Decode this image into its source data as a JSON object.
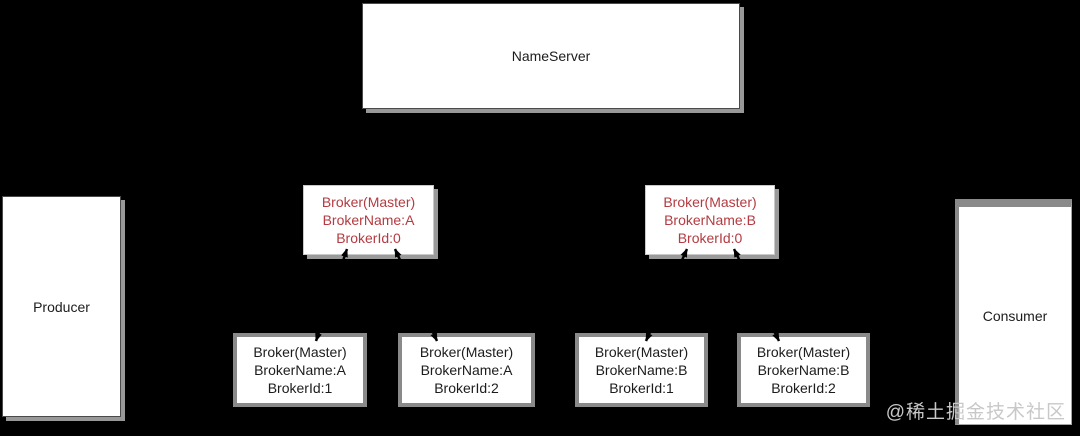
{
  "nodes": {
    "nameserver": {
      "label": "NameServer"
    },
    "producer": {
      "label": "Producer"
    },
    "consumer": {
      "label": "Consumer"
    },
    "broker_master_a": {
      "lines": [
        "Broker(Master)",
        "BrokerName:A",
        "BrokerId:0"
      ]
    },
    "broker_master_b": {
      "lines": [
        "Broker(Master)",
        "BrokerName:B",
        "BrokerId:0"
      ]
    },
    "broker_a1": {
      "lines": [
        "Broker(Master)",
        "BrokerName:A",
        "BrokerId:1"
      ]
    },
    "broker_a2": {
      "lines": [
        "Broker(Master)",
        "BrokerName:A",
        "BrokerId:2"
      ]
    },
    "broker_b1": {
      "lines": [
        "Broker(Master)",
        "BrokerName:B",
        "BrokerId:1"
      ]
    },
    "broker_b2": {
      "lines": [
        "Broker(Master)",
        "BrokerName:B",
        "BrokerId:2"
      ]
    }
  },
  "connections": [
    {
      "from": "broker_master_a",
      "to": "broker_a1",
      "bidirectional": true
    },
    {
      "from": "broker_master_a",
      "to": "broker_a2",
      "bidirectional": true
    },
    {
      "from": "broker_master_b",
      "to": "broker_b1",
      "bidirectional": true
    },
    {
      "from": "broker_master_b",
      "to": "broker_b2",
      "bidirectional": true
    }
  ],
  "watermark": "@稀土掘金技术社区",
  "colors": {
    "background": "#000000",
    "box_fill": "#ffffff",
    "red_text": "#b33b41",
    "black_text": "#1c1c1c",
    "gray_frame": "#8a8a8a",
    "shadow": "#989898",
    "arrow": "#000000",
    "watermark": "#c8c8c8"
  }
}
